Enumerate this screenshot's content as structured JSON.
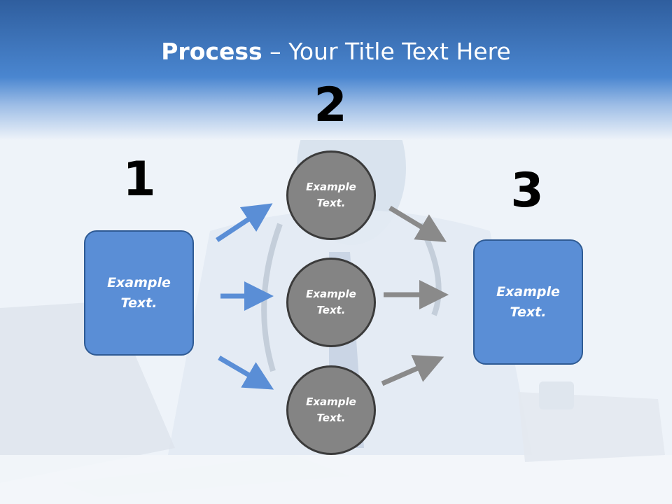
{
  "title": {
    "bold": "Process",
    "rest": " – Your Title Text Here"
  },
  "steps": {
    "one": {
      "number": "1",
      "text_line1": "Example",
      "text_line2": "Text."
    },
    "two": {
      "number": "2"
    },
    "three": {
      "number": "3",
      "text_line1": "Example",
      "text_line2": "Text."
    }
  },
  "circles": [
    {
      "line1": "Example",
      "line2": "Text."
    },
    {
      "line1": "Example",
      "line2": "Text."
    },
    {
      "line1": "Example",
      "line2": "Text."
    }
  ],
  "colors": {
    "header_blue": "#3f78c4",
    "box_fill": "#5a8ed6",
    "circle_fill": "#848484",
    "arrow_blue": "#5a8ed6",
    "arrow_gray": "#8a8a8a"
  }
}
